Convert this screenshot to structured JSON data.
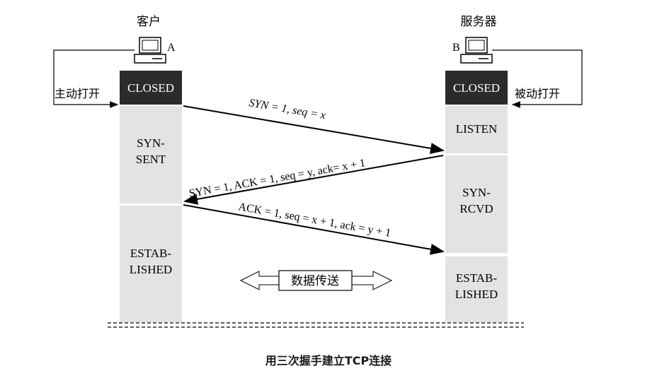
{
  "client": {
    "title": "客户",
    "tag": "A",
    "open_label": "主动打开"
  },
  "server": {
    "title": "服务器",
    "tag": "B",
    "open_label": "被动打开"
  },
  "states": {
    "client_closed": "CLOSED",
    "client_syn_sent": [
      "SYN-",
      "SENT"
    ],
    "client_established": [
      "ESTAB-",
      "LISHED"
    ],
    "server_closed": "CLOSED",
    "server_listen": "LISTEN",
    "server_syn_rcvd": [
      "SYN-",
      "RCVD"
    ],
    "server_established": [
      "ESTAB-",
      "LISHED"
    ]
  },
  "messages": {
    "syn": "SYN = 1, seq = x",
    "syn_ack": "SYN = 1, ACK = 1, seq = y, ack= x + 1",
    "ack": "ACK = 1, seq = x + 1, ack = y + 1"
  },
  "data_transfer": "数据传送",
  "caption": "用三次握手建立TCP连接",
  "colors": {
    "closed_fill": "#2b2b2b",
    "state_fill": "#e3e3e3",
    "line": "#000000"
  }
}
